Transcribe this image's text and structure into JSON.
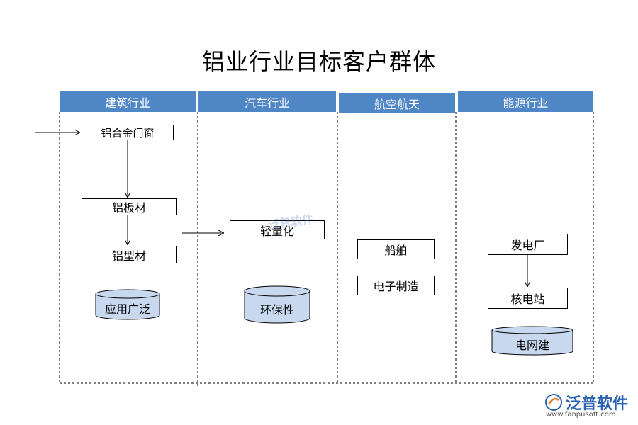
{
  "title": "铝业行业目标客户群体",
  "lanes": [
    {
      "name": "建筑行业"
    },
    {
      "name": "汽车行业"
    },
    {
      "name": "航空航天"
    },
    {
      "name": "能源行业"
    }
  ],
  "nodes": {
    "aluminum_doors_windows": "铝合金门窗",
    "aluminum_sheet": "铝板材",
    "aluminum_profile": "铝型材",
    "lightweight": "轻量化",
    "ship": "船舶",
    "electronics_manufacturing": "电子制造",
    "power_plant": "发电厂",
    "nuclear_station": "核电站"
  },
  "cylinders": {
    "wide_application": "应用广泛",
    "environmental": "环保性",
    "grid_construction": "电网建"
  },
  "watermark": "泛普软件",
  "logo": {
    "text": "泛普软件",
    "url": "www.fanpusoft.com",
    "color": "#2b62b0"
  },
  "colors": {
    "lane_header": "#4f86c6",
    "cylinder_fill": "#c7d8ef"
  }
}
